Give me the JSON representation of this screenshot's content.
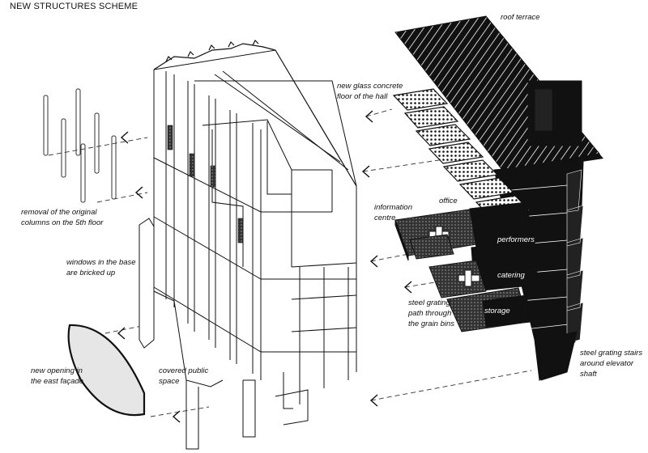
{
  "title": "NEW STRUCTURES SCHEME",
  "labels": {
    "roof_terrace": "roof terrace",
    "glass_floor": [
      "new glass concrete",
      "floor of the hall"
    ],
    "information_centre": [
      "information",
      "centre"
    ],
    "office": "office",
    "performers": "performers",
    "catering": "catering",
    "storage": "storage",
    "columns_removal": [
      "removal of the original",
      "columns on the 5th floor"
    ],
    "windows_bricked": [
      "windows in the base",
      "are bricked up"
    ],
    "steel_path": [
      "steel grating",
      "path through",
      "the grain bins"
    ],
    "new_opening": [
      "new opening in",
      "the east façade"
    ],
    "covered_space": [
      "covered public",
      "space"
    ],
    "stairs": [
      "steel grating stairs",
      "around elevator",
      "shaft"
    ]
  }
}
